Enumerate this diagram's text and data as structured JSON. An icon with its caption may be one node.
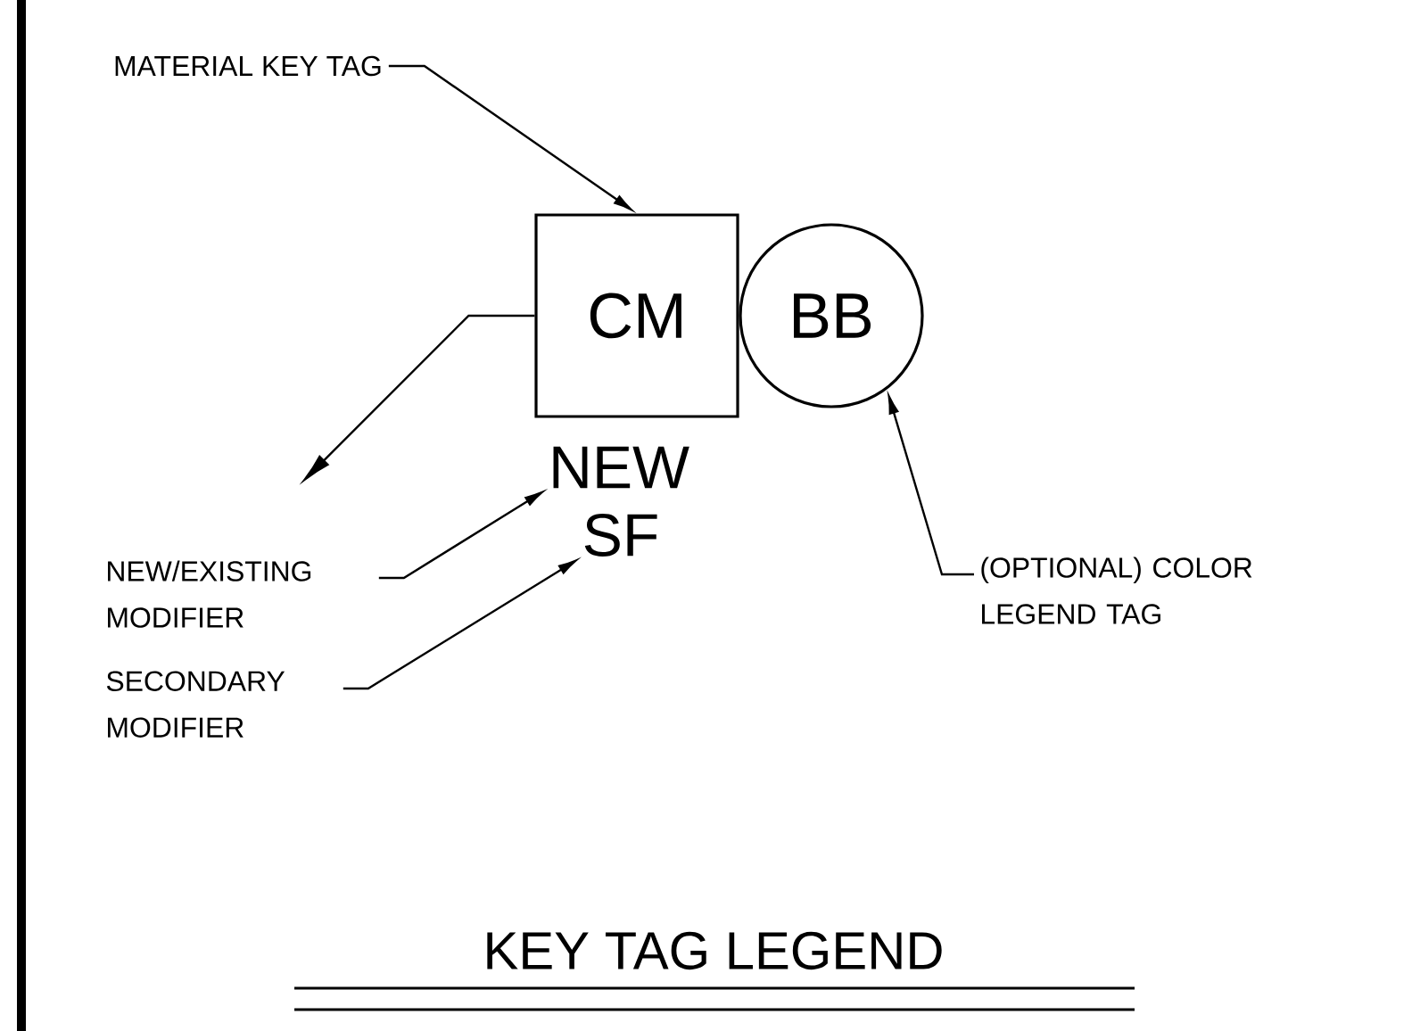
{
  "diagram": {
    "title": "KEY TAG LEGEND",
    "nodes": [
      {
        "text": [
          "MATERIAL KEY TAG"
        ]
      },
      {
        "text": [
          "CM"
        ]
      },
      {
        "text": [
          "BB"
        ]
      },
      {
        "text": [
          "NEW"
        ]
      },
      {
        "text": [
          "SF"
        ]
      },
      {
        "text": [
          "NEW/EXISTING MODIFIER"
        ]
      },
      {
        "text": [
          "SECONDARY MODIFIER"
        ]
      },
      {
        "text": [
          "(OPTIONAL) COLOR LEGEND TAG"
        ]
      }
    ],
    "edges": [
      {
        "from": 0,
        "to": 1,
        "arrow": "to"
      },
      {
        "from": 5,
        "to": 3,
        "arrow": "to"
      },
      {
        "from": 6,
        "to": 4,
        "arrow": "to"
      },
      {
        "from": 7,
        "to": 2,
        "arrow": "to"
      },
      {
        "from": 1,
        "to": null,
        "arrow": "to"
      }
    ]
  }
}
